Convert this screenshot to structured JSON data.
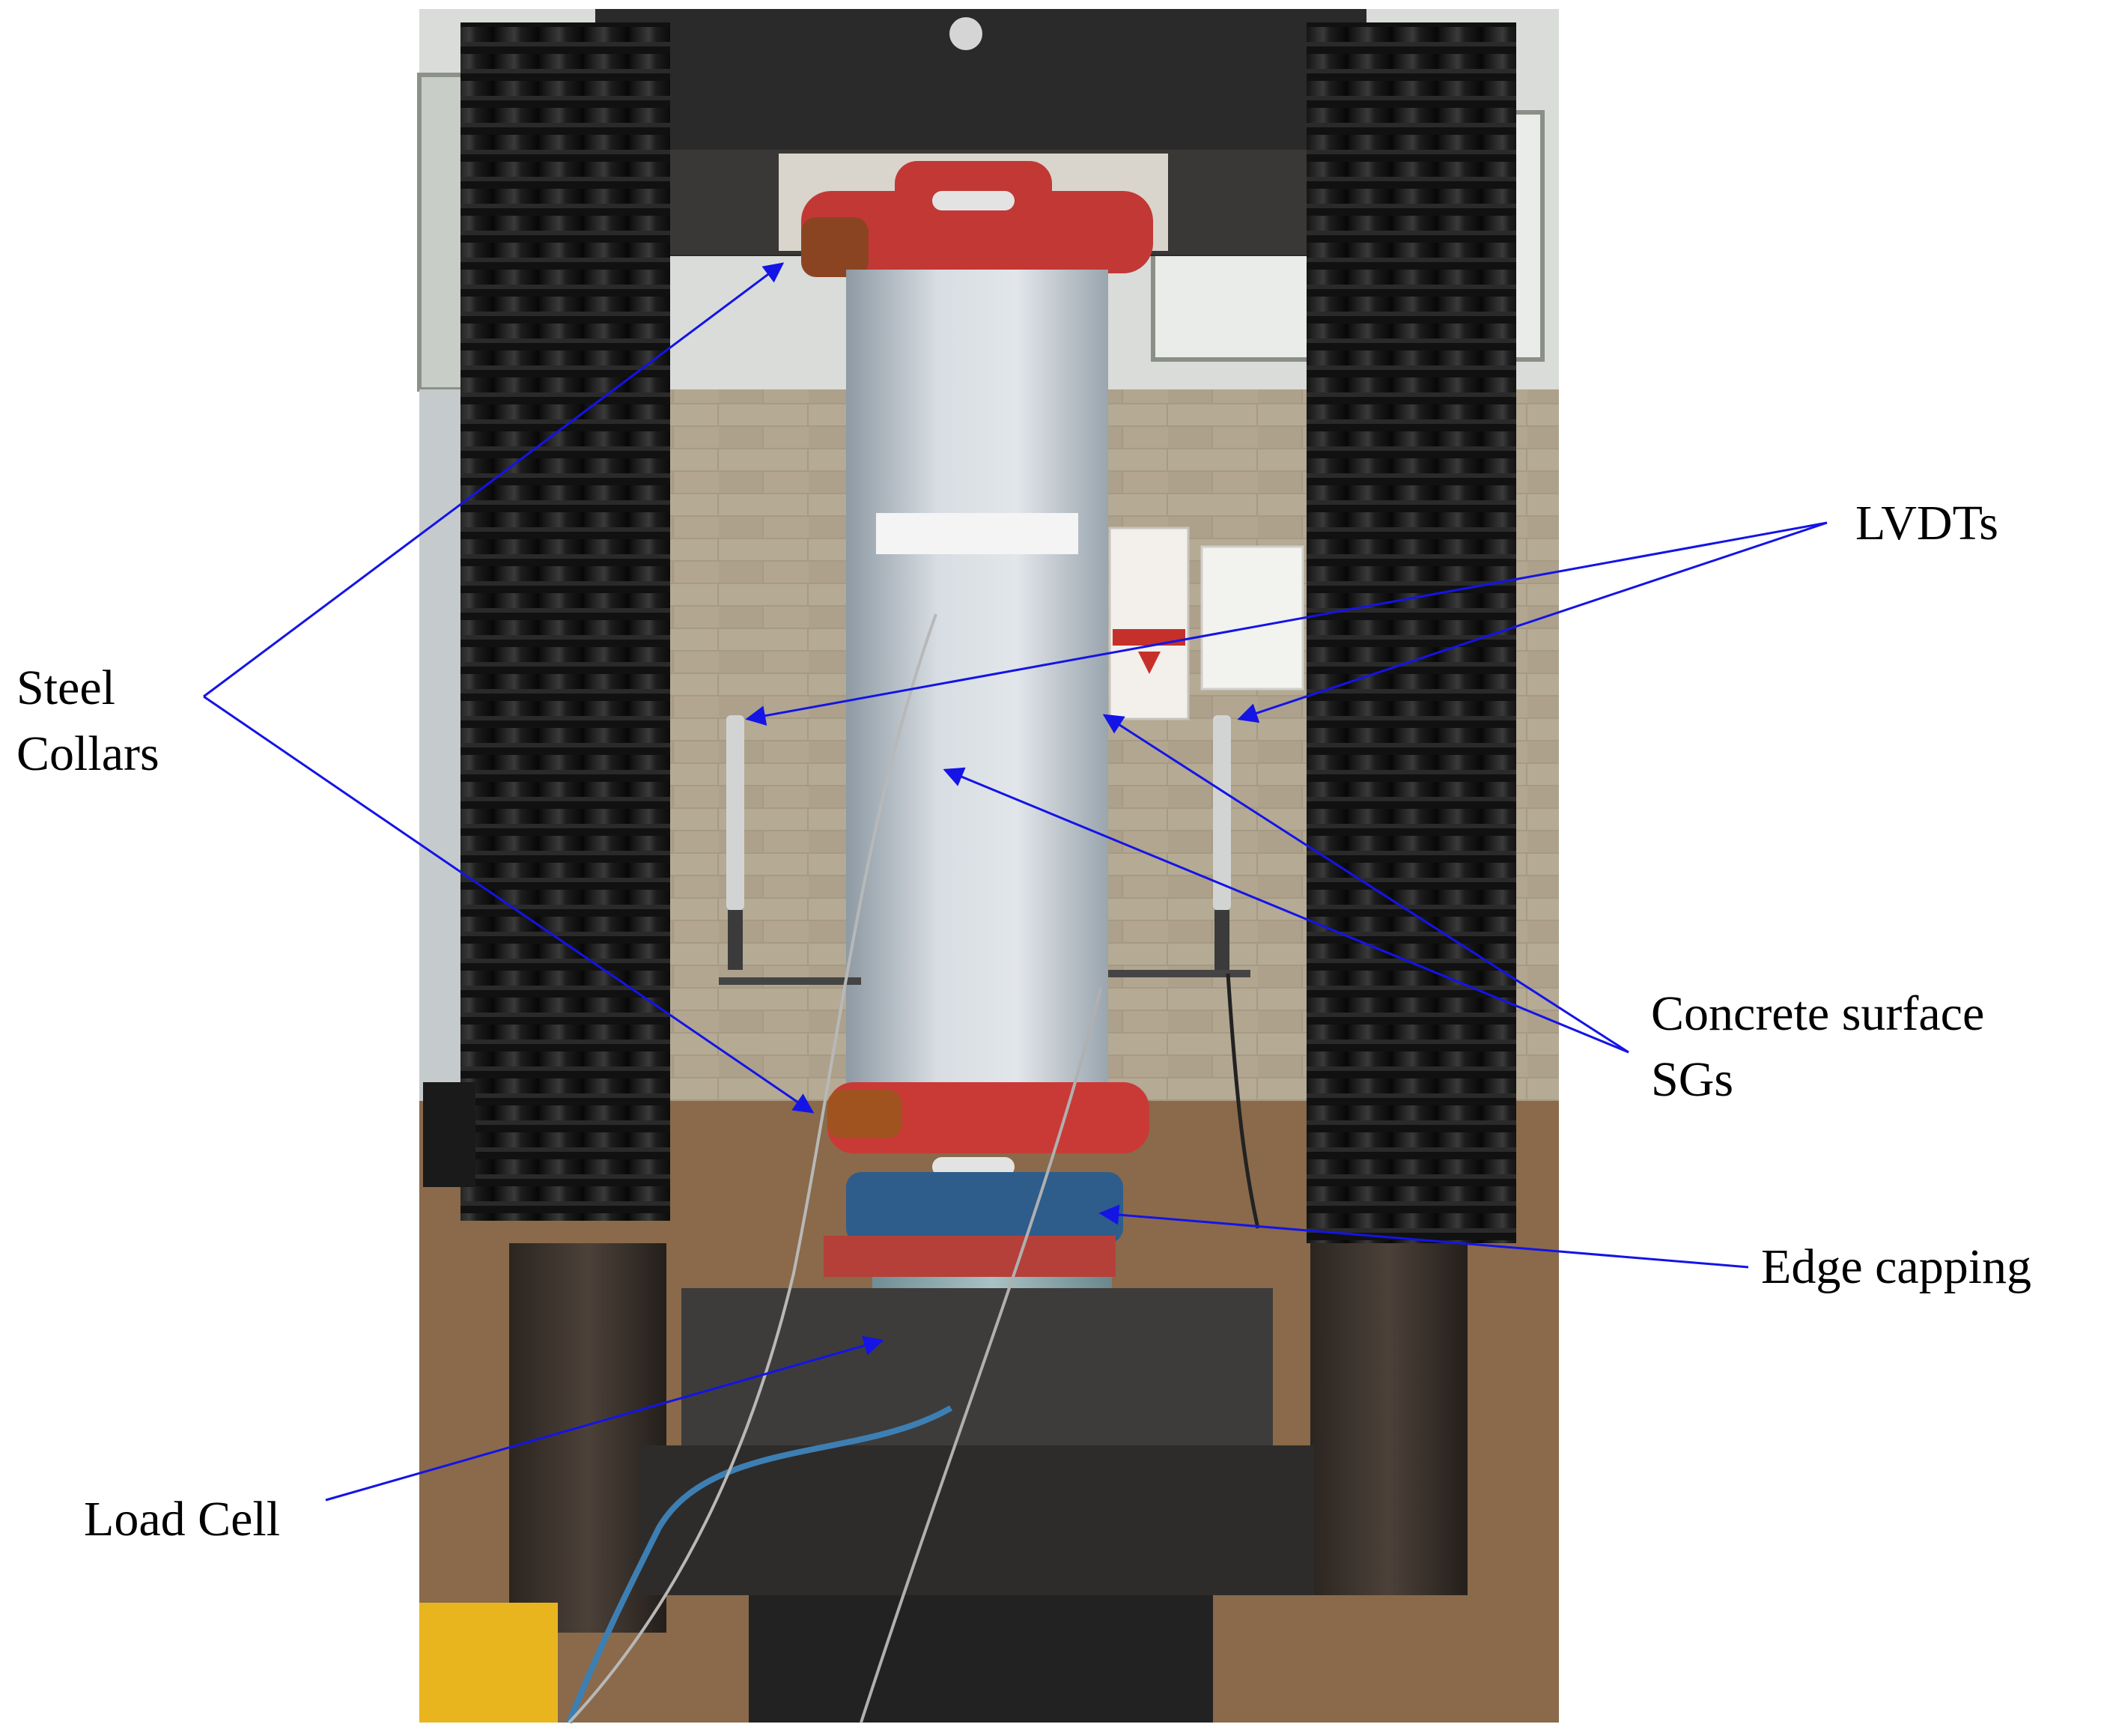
{
  "colors": {
    "annotation_line": "#1414e6",
    "label_text": "#000000",
    "background": "#ffffff"
  },
  "photo": {
    "subject": "concrete-column-compression-test-rig"
  },
  "labels": {
    "steel_collars": [
      "Steel",
      "Collars"
    ],
    "lvdts": "LVDTs",
    "concrete_surface_sgs": [
      "Concrete surface",
      "SGs"
    ],
    "edge_capping": "Edge capping",
    "load_cell": "Load Cell"
  }
}
